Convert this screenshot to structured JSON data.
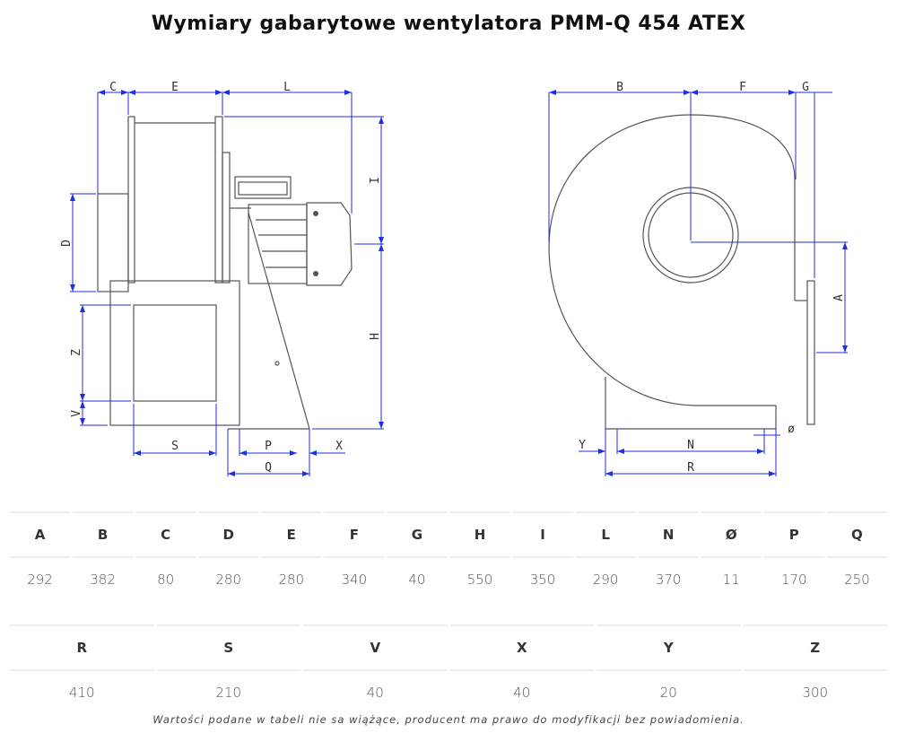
{
  "title": "Wymiary gabarytowe wentylatora PMM-Q 454 ATEX",
  "diagram_labels": {
    "C": "C",
    "E": "E",
    "L": "L",
    "I": "I",
    "H": "H",
    "D": "D",
    "Z": "Z",
    "V": "V",
    "S": "S",
    "P": "P",
    "X": "X",
    "Q": "Q",
    "B": "B",
    "F": "F",
    "G": "G",
    "A": "A",
    "N": "N",
    "R": "R",
    "Y": "Y",
    "phi": "ø"
  },
  "table1": {
    "headers": [
      "A",
      "B",
      "C",
      "D",
      "E",
      "F",
      "G",
      "H",
      "I",
      "L",
      "N",
      "Ø",
      "P",
      "Q"
    ],
    "values": [
      "292",
      "382",
      "80",
      "280",
      "280",
      "340",
      "40",
      "550",
      "350",
      "290",
      "370",
      "11",
      "170",
      "250"
    ]
  },
  "table2": {
    "headers": [
      "R",
      "S",
      "V",
      "X",
      "Y",
      "Z"
    ],
    "values": [
      "410",
      "210",
      "40",
      "40",
      "20",
      "300"
    ]
  },
  "note": "Wartości podane w tabeli nie sa wiążące, producent ma prawo do modyfikacji bez powiadomienia."
}
